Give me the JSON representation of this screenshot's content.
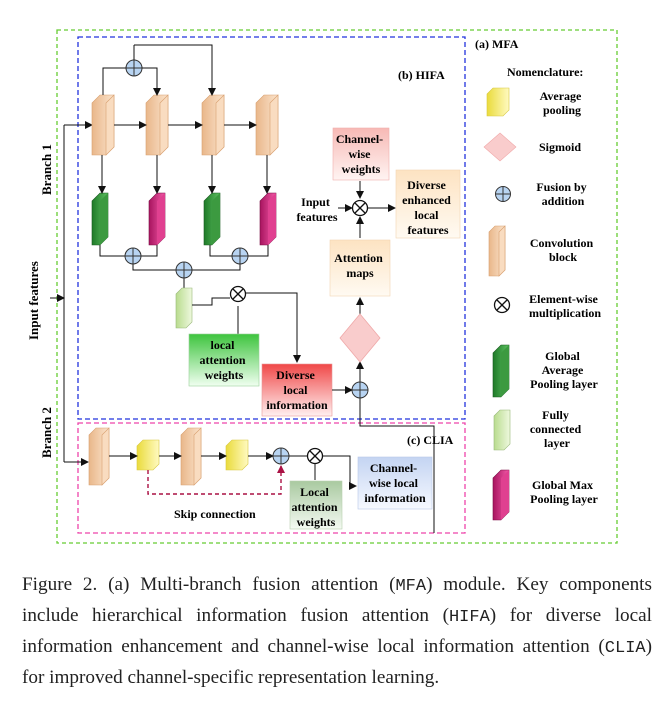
{
  "diagram": {
    "mfa_title": "(a) MFA",
    "hifa_title": "(b) HIFA",
    "clia_title": "(c) CLIA",
    "branch1_label": "Branch 1",
    "branch2_label": "Branch 2",
    "input_features_label": "Input features",
    "nomenclature_title": "Nomenclature:",
    "legend": [
      {
        "label_l1": "Average",
        "label_l2": "pooling",
        "label_l3": ""
      },
      {
        "label_l1": "Sigmoid",
        "label_l2": "",
        "label_l3": ""
      },
      {
        "label_l1": "Fusion by",
        "label_l2": "addition",
        "label_l3": ""
      },
      {
        "label_l1": "Convolution",
        "label_l2": "block",
        "label_l3": ""
      },
      {
        "label_l1": "Element-wise",
        "label_l2": "multiplication",
        "label_l3": ""
      },
      {
        "label_l1": "Global",
        "label_l2": "Average",
        "label_l3": "Pooling layer"
      },
      {
        "label_l1": "Fully",
        "label_l2": "connected",
        "label_l3": "layer"
      },
      {
        "label_l1": "Global Max",
        "label_l2": "Pooling layer",
        "label_l3": ""
      }
    ],
    "channel_weights": {
      "l1": "Channel-",
      "l2": "wise",
      "l3": "weights"
    },
    "input_features_small": {
      "l1": "Input",
      "l2": "features"
    },
    "diverse_enhanced": {
      "l1": "Diverse",
      "l2": "enhanced",
      "l3": "local",
      "l4": "features"
    },
    "attention_maps": {
      "l1": "Attention",
      "l2": "maps"
    },
    "local_attention_weights_hifa": {
      "l1": "local",
      "l2": "attention",
      "l3": "weights"
    },
    "diverse_local_info": {
      "l1": "Diverse",
      "l2": "local",
      "l3": "information"
    },
    "channel_wise_local_info": {
      "l1": "Channel-",
      "l2": "wise local",
      "l3": "information"
    },
    "local_attention_weights_clia": {
      "l1": "Local",
      "l2": "attention",
      "l3": "weights"
    },
    "skip_connection": "Skip connection",
    "colors": {
      "mfa_border": "#66cc33",
      "hifa_border": "#2233dd",
      "clia_border": "#ee44aa",
      "conv": "#f3c9a2",
      "gap": "#2e9a35",
      "gmp": "#d6237d",
      "fc": "#d2ecb0",
      "avgpool": "#f7f07c",
      "sigmoid": "#f9cccc",
      "fusion": "#b8d4f2",
      "skip": "#aa1144"
    }
  },
  "caption": {
    "p1": "Figure 2.   (a) Multi-branch fusion attention (",
    "t1": "MFA",
    "p2": ") module. Key components include hierarchical information fusion attention (",
    "t2": "HIFA",
    "p3": ") for diverse local information enhancement and channel-wise local information attention (",
    "t3": "CLIA",
    "p4": ") for improved channel-specific representation learning."
  }
}
